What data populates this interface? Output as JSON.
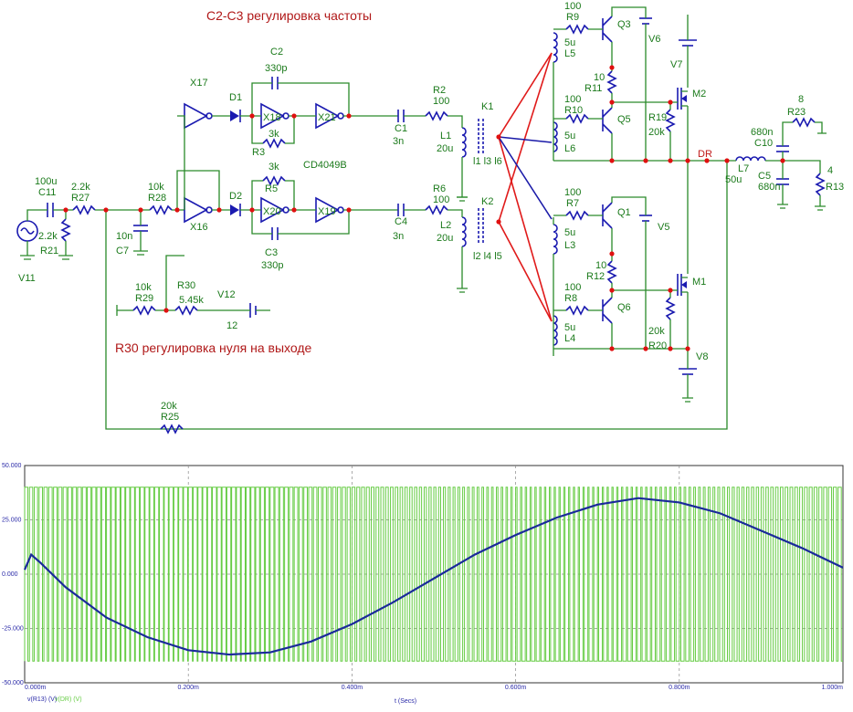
{
  "annotations": {
    "freq": "C2-C3 регулировка частоты",
    "zero": "R30 регулировка нуля на выходе"
  },
  "labels": {
    "v11": "V11",
    "c11": "C11",
    "c11v": "100u",
    "r27": "R27",
    "r27v": "2.2k",
    "r21": "R21",
    "r21v": "2.2k",
    "r28": "R28",
    "r28v": "10k",
    "c7": "C7",
    "c7v": "10n",
    "x16": "X16",
    "x17": "X17",
    "d1": "D1",
    "d2": "D2",
    "c2": "C2",
    "c2v": "330p",
    "c3": "C3",
    "c3v": "330p",
    "x18": "X18",
    "x21": "X21",
    "x20": "X20",
    "x19": "X19",
    "r3": "R3",
    "r3v": "3k",
    "r5": "R5",
    "r5v": "3k",
    "cd": "CD4049B",
    "c1": "C1",
    "c1v": "3n",
    "c4": "C4",
    "c4v": "3n",
    "r2": "R2",
    "r2v": "100",
    "r6": "R6",
    "r6v": "100",
    "l1": "L1",
    "l1v": "20u",
    "l2": "L2",
    "l2v": "20u",
    "k1": "K1",
    "k1l": "l1 l3 l6",
    "k2": "K2",
    "k2l": "l2 l4 l5",
    "r29": "R29",
    "r29v": "10k",
    "r30": "R30",
    "r30v": "5.45k",
    "v12": "V12",
    "v12v": "12",
    "r25": "R25",
    "r25v": "20k",
    "r9": "R9",
    "r9v": "100",
    "q3": "Q3",
    "l5": "L5",
    "l5v": "5u",
    "v6": "V6",
    "v7": "V7",
    "r11": "R11",
    "r11v": "10",
    "m2": "M2",
    "r10": "R10",
    "r10v": "100",
    "q5": "Q5",
    "r19": "R19",
    "r19v": "20k",
    "l6": "L6",
    "l6v": "5u",
    "dr": "DR",
    "l7": "L7",
    "l7v": "50u",
    "c10": "C10",
    "c10v": "680n",
    "c5": "C5",
    "c5v": "680n",
    "r23": "R23",
    "r23v": "8",
    "r13": "R13",
    "r13v": "4",
    "r7": "R7",
    "r7v": "100",
    "q1": "Q1",
    "l3": "L3",
    "l3v": "5u",
    "v5": "V5",
    "r12": "R12",
    "r12v": "10",
    "m1": "M1",
    "r8": "R8",
    "r8v": "100",
    "q6": "Q6",
    "l4": "L4",
    "l4v": "5u",
    "r20": "R20",
    "r20v": "20k",
    "v8": "V8"
  },
  "chart_data": {
    "type": "line",
    "x_axis": {
      "label": "t (Secs)",
      "ticks": [
        "0.000m",
        "0.200m",
        "0.400m",
        "0.600m",
        "0.800m",
        "1.000m"
      ],
      "range": [
        0,
        1.0
      ],
      "unit": "ms"
    },
    "y_axis": {
      "ticks": [
        "50.000",
        "25.000",
        "0.000",
        "-25.000",
        "-50.000"
      ],
      "range": [
        -50,
        50
      ]
    },
    "grid": true,
    "legend": [
      "v(R13) (V)",
      "v(DR) (V)"
    ],
    "series": [
      {
        "name": "v(R13) (V)",
        "color": "#1a2a9a",
        "x": [
          0.0,
          0.008,
          0.02,
          0.05,
          0.1,
          0.15,
          0.2,
          0.25,
          0.3,
          0.35,
          0.4,
          0.45,
          0.5,
          0.55,
          0.6,
          0.65,
          0.7,
          0.75,
          0.8,
          0.85,
          0.9,
          0.95,
          1.0
        ],
        "y": [
          2,
          9,
          5,
          -6,
          -20,
          -29,
          -35,
          -37,
          -36,
          -31,
          -23,
          -13,
          -2,
          9,
          18,
          26,
          32,
          35,
          33,
          28,
          20,
          12,
          3
        ]
      },
      {
        "name": "v(DR) (V)",
        "color": "#66cc44",
        "kind": "pwm",
        "high": 40,
        "low": -40,
        "pulses": 170
      }
    ]
  }
}
